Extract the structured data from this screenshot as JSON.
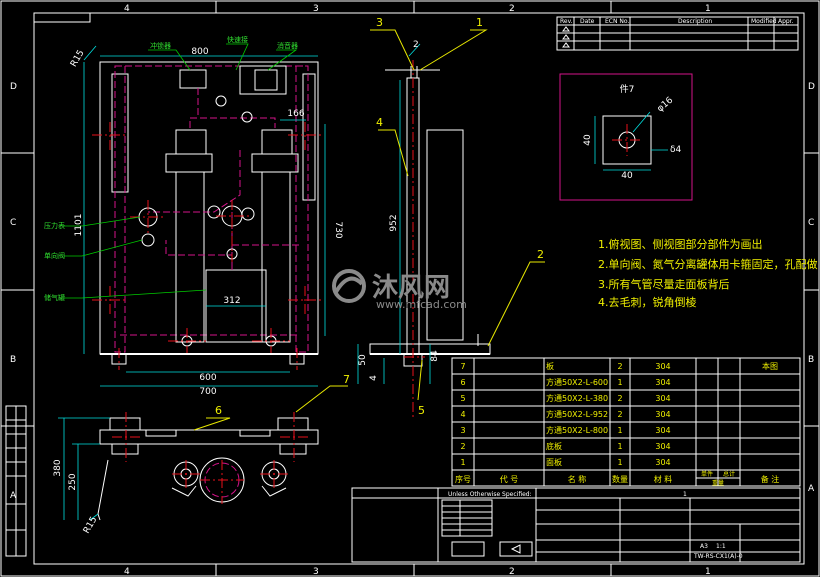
{
  "zones_top": [
    "4",
    "3",
    "2",
    "1"
  ],
  "zones_bottom": [
    "4",
    "3",
    "2",
    "1"
  ],
  "zones_left": [
    "D",
    "C",
    "B",
    "A"
  ],
  "zones_right": [
    "D",
    "C",
    "B",
    "A"
  ],
  "front_view": {
    "dim_width_top": "800",
    "dim_height": "1101",
    "dim_side": "730",
    "dim_small": "166",
    "dim_inner": "312",
    "dim_600": "600",
    "dim_700": "700",
    "dim_r15": "R15",
    "callout_top_left": "冲锁器",
    "callout_top_mid": "快速接",
    "callout_top_right": "消音器",
    "callout_left_1": "压力表",
    "callout_left_2": "单向阀",
    "callout_left_3": "储气罐"
  },
  "side_view": {
    "dim_952": "952",
    "dim_50": "50",
    "dim_4": "4",
    "dim_84": "84",
    "dim_2": "2",
    "label_1": "1",
    "label_2": "2",
    "label_3": "3",
    "label_4": "4",
    "label_5": "5"
  },
  "bottom_view": {
    "dim_380": "380",
    "dim_250": "250",
    "dim_r15": "R15",
    "label_6": "6",
    "label_7": "7"
  },
  "detail": {
    "title": "件7",
    "dim_phi": "φ16",
    "dim_40_v": "40",
    "dim_40_h": "40",
    "dim_delta": "δ4"
  },
  "notes": [
    "1.俯视图、侧视图部分部件为画出",
    "2.单向阀、氮气分离罐体用卡箍固定，孔配做",
    "3.所有气管尽量走面板背后",
    "4.去毛刺，锐角倒棱"
  ],
  "watermark": {
    "brand": "沐风网",
    "url": "www.mfcad.com"
  },
  "bom": {
    "header": {
      "no": "序号",
      "code": "代    号",
      "name": "名    称",
      "qty": "数量",
      "material": "材    料",
      "weight_single": "单件",
      "weight_total": "总计",
      "weight_label": "重量",
      "remark": "备    注"
    },
    "rows": [
      {
        "no": "7",
        "name": "板",
        "qty": "2",
        "material": "304",
        "remark": "本图"
      },
      {
        "no": "6",
        "name": "方通50X2-L-600",
        "qty": "1",
        "material": "304",
        "remark": ""
      },
      {
        "no": "5",
        "name": "方通50X2-L-380",
        "qty": "2",
        "material": "304",
        "remark": ""
      },
      {
        "no": "4",
        "name": "方通50X2-L-952",
        "qty": "2",
        "material": "304",
        "remark": ""
      },
      {
        "no": "3",
        "name": "方通50X2-L-800",
        "qty": "1",
        "material": "304",
        "remark": ""
      },
      {
        "no": "2",
        "name": "底板",
        "qty": "1",
        "material": "304",
        "remark": ""
      },
      {
        "no": "1",
        "name": "面板",
        "qty": "1",
        "material": "304",
        "remark": ""
      }
    ]
  },
  "revision": {
    "col_rev": "Rev.",
    "col_date": "Date",
    "col_ecn": "ECN No.",
    "col_desc": "Description",
    "col_mod": "Modified",
    "col_app": "Appr."
  },
  "title_block": {
    "company": "Unless Otherwise Specified:",
    "drawing_no": "TW-RS-CX1(A)-0",
    "scale": "1:1",
    "sheet": "1",
    "unit": "A3"
  }
}
